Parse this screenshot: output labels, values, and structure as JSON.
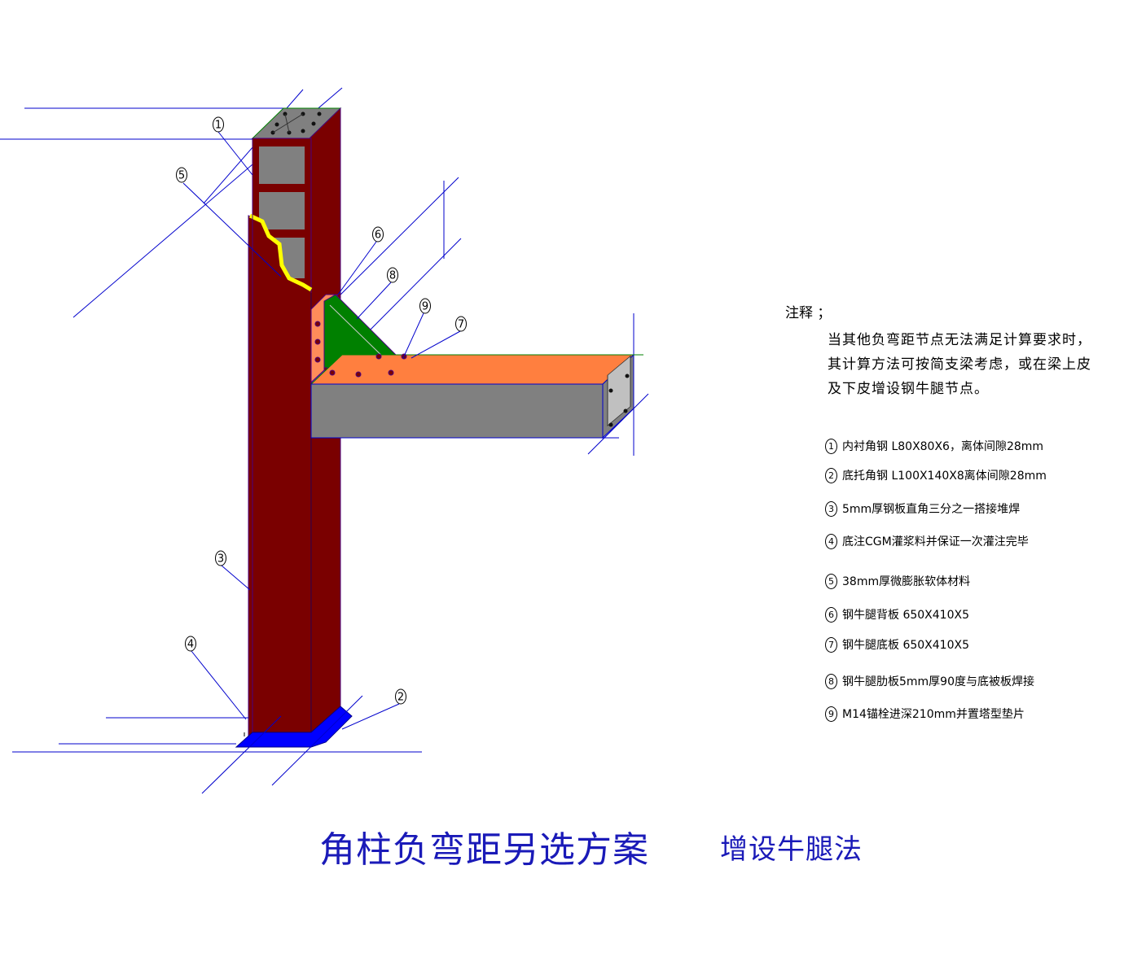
{
  "notes": {
    "title": "注释 ；",
    "paragraph": [
      "当其他负弯距节点无法满足计算要求时，",
      "其计算方法可按简支梁考虑，或在梁上皮",
      "及下皮增设钢牛腿节点。"
    ]
  },
  "legend": [
    {
      "num": "1",
      "text": "内衬角钢   L80X80X6，离体间隙28mm"
    },
    {
      "num": "2",
      "text": "底托角钢  L100X140X8离体间隙28mm"
    },
    {
      "num": "3",
      "text": "5mm厚钢板直角三分之一搭接堆焊"
    },
    {
      "num": "4",
      "text": "底注CGM灌浆料并保证一次灌注完毕"
    },
    {
      "num": "5",
      "text": "38mm厚微膨胀软体材料"
    },
    {
      "num": "6",
      "text": "钢牛腿背板  650X410X5"
    },
    {
      "num": "7",
      "text": "钢牛腿底板  650X410X5"
    },
    {
      "num": "8",
      "text": "钢牛腿肋板5mm厚90度与底被板焊接"
    },
    {
      "num": "9",
      "text": "M14锚栓进深210mm并置塔型垫片"
    }
  ],
  "callouts": [
    "1",
    "5",
    "6",
    "8",
    "9",
    "7",
    "3",
    "4",
    "2"
  ],
  "title": {
    "main": "角柱负弯距另选方案",
    "sub": "增设牛腿法"
  },
  "colors": {
    "steel_plate": "#7a0000",
    "concrete": "#808080",
    "beam_top": "#ff7f3f",
    "yellow_material": "#ffff00",
    "corbel_rib": "#008000",
    "corbel_back": "#ff8c5a",
    "corbel_bottom": "#9a2be2",
    "base_angle": "#0000ff",
    "line_blue": "#0000cc",
    "title_blue": "#1a1ab8"
  }
}
